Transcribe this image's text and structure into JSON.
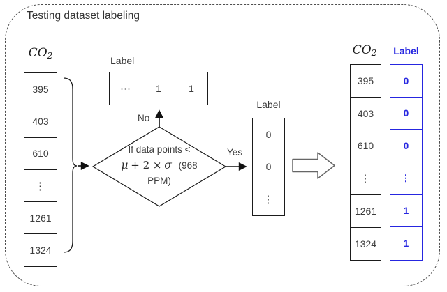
{
  "title": "Testing dataset labeling",
  "colors": {
    "accent_blue": "#2626e0",
    "stroke_black": "#1b1b1b",
    "arrow_gray": "#666666"
  },
  "left_table": {
    "header_base": "CO",
    "header_sub": "2",
    "cells": [
      "395",
      "403",
      "610",
      "⋮",
      "1261",
      "1324"
    ]
  },
  "top_label_row": {
    "header": "Label",
    "cells": [
      "⋯",
      "1",
      "1"
    ]
  },
  "decision": {
    "line1": "If data points <",
    "mu": "μ",
    "operator": "+ 2 ×",
    "sigma": "σ",
    "tail": "(968",
    "line3": "PPM)"
  },
  "edges": {
    "no_label": "No",
    "yes_label": "Yes"
  },
  "mid_label_column": {
    "header": "Label",
    "cells": [
      "0",
      "0",
      "⋮"
    ]
  },
  "right_co2_table": {
    "header_base": "CO",
    "header_sub": "2",
    "cells": [
      "395",
      "403",
      "610",
      "⋮",
      "1261",
      "1324"
    ]
  },
  "right_label_table": {
    "header": "Label",
    "cells": [
      "0",
      "0",
      "0",
      "⋮",
      "1",
      "1"
    ]
  }
}
